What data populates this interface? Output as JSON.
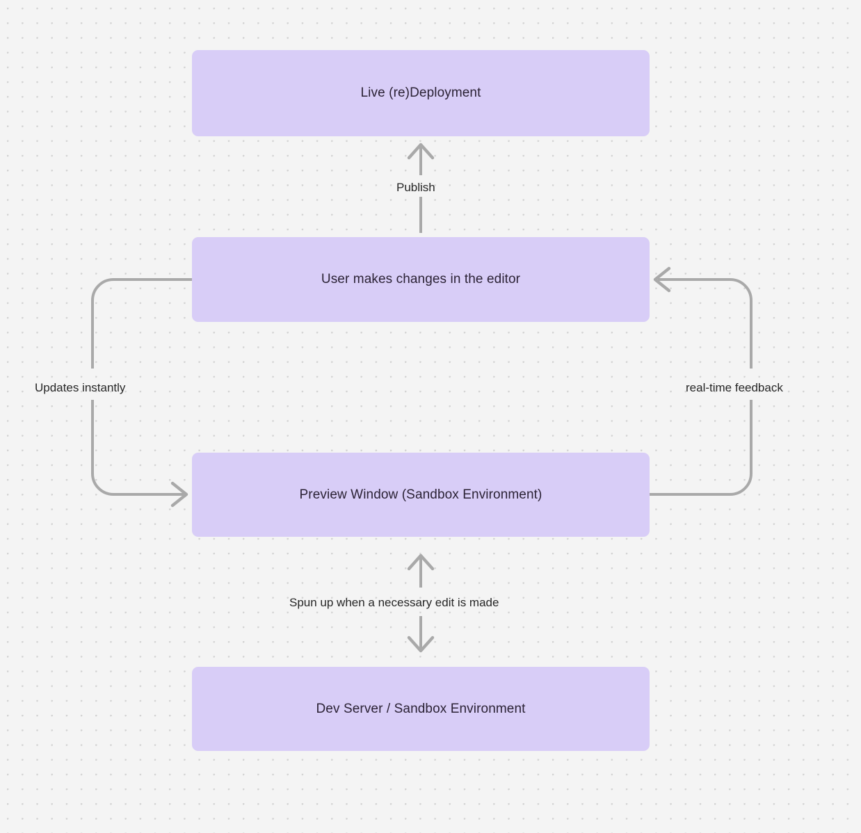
{
  "diagram": {
    "title": "Live deployment and preview loop flowchart",
    "background_color": "#f4f4f4",
    "node_color": "#d8cdf7",
    "edge_color": "#a9a9a9",
    "text_color": "#2b2235",
    "nodes": [
      {
        "id": "deploy",
        "label": "Live (re)Deployment"
      },
      {
        "id": "editor",
        "label": "User makes changes in the editor"
      },
      {
        "id": "preview",
        "label": "Preview Window (Sandbox Environment)"
      },
      {
        "id": "devserver",
        "label": "Dev Server / Sandbox Environment"
      }
    ],
    "edges": [
      {
        "id": "publish",
        "label": "Publish",
        "from": "editor",
        "to": "deploy",
        "direction": "up"
      },
      {
        "id": "updates",
        "label": "Updates instantly",
        "from": "editor",
        "to": "preview",
        "direction": "left-loop"
      },
      {
        "id": "realtime",
        "label": "real-time feedback",
        "from": "preview",
        "to": "editor",
        "direction": "right-loop"
      },
      {
        "id": "spunup",
        "label": "Spun up when a necessary edit is made",
        "from": "preview",
        "to": "devserver",
        "direction": "bidirectional"
      }
    ]
  }
}
